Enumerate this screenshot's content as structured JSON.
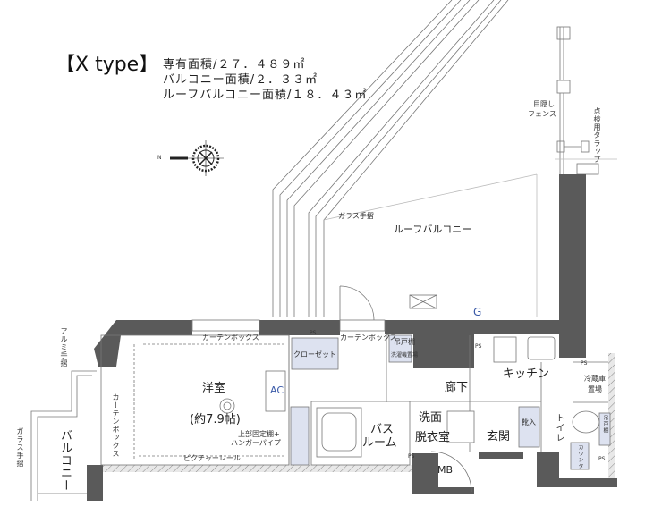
{
  "header": {
    "type_label": "【X type】",
    "areas": [
      "専有面積/２７．４８９㎡",
      "バルコニー面積/２．３３㎡",
      "ルーフバルコニー面積/１８．４３㎡"
    ]
  },
  "compass": {
    "north_label": "N"
  },
  "labels": {
    "western_room": "洋室",
    "western_room_size": "(約7.9帖)",
    "closet": "クローゼット",
    "curtain_box": "カーテンボックス",
    "ac": "AC",
    "shelf_line1": "上部固定棚+",
    "shelf_line2": "ハンガーパイプ",
    "picture_rail": "ピクチャーレール",
    "wall_cabinet": "吊戸棚",
    "washer_space": "洗濯機置場",
    "hallway": "廊下",
    "kitchen": "キッチン",
    "fridge_space_line1": "冷蔵庫",
    "fridge_space_line2": "置場",
    "bath_line1": "バス",
    "bath_line2": "ルーム",
    "washroom_line1": "洗面",
    "washroom_line2": "脱衣室",
    "entrance": "玄関",
    "shoe_box": "靴入",
    "toilet": "トイレ",
    "counter": "カウンター",
    "mb": "MB",
    "ps": "PS",
    "g": "G",
    "balcony": "バルコニー",
    "aluminum_rail": "アルミ手摺",
    "glass_rail": "ガラス手摺",
    "roof_balcony": "ルーフバルコニー",
    "screen_fence_line1": "目隠し",
    "screen_fence_line2": "フェンス",
    "inspection_ladder": "点検用タラップ"
  },
  "colors": {
    "wall": "#5a5a5a",
    "fixture": "#dde2f0",
    "accent": "#3a5aa8"
  }
}
